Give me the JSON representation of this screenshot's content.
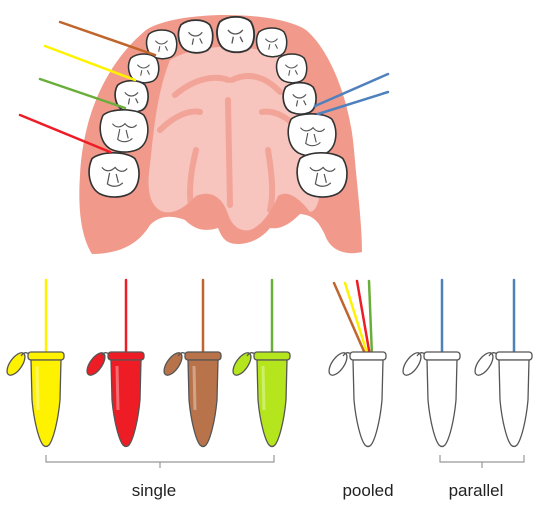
{
  "labels": {
    "single": "single",
    "pooled": "pooled",
    "parallel": "parallel"
  },
  "colors": {
    "gum": "#F19A8C",
    "palate": "#F7C5BE",
    "tooth_outline": "#333333",
    "yellow": "#FFF200",
    "red": "#EE1C25",
    "brown": "#B8734A",
    "green": "#B5E61D",
    "blue": "#4F81BD",
    "orange_brown": "#C0652B",
    "olive_green": "#6AAE3A"
  },
  "probes": [
    {
      "name": "brown-probe",
      "color": "#C0652B"
    },
    {
      "name": "yellow-probe",
      "color": "#FFF200"
    },
    {
      "name": "green-probe",
      "color": "#6AAE3A"
    },
    {
      "name": "red-probe",
      "color": "#EE1C25"
    },
    {
      "name": "blue-probe",
      "color": "#4F81BD"
    }
  ],
  "tubes": [
    {
      "group": "single",
      "fill": "#FFF200",
      "probe_color": "#FFF200"
    },
    {
      "group": "single",
      "fill": "#EE1C25",
      "probe_color": "#EE1C25"
    },
    {
      "group": "single",
      "fill": "#B8734A",
      "probe_color": "#C0652B"
    },
    {
      "group": "single",
      "fill": "#B5E61D",
      "probe_color": "#6AAE3A"
    },
    {
      "group": "pooled",
      "fill": "#FFFFFF",
      "probe_colors": [
        "#C0652B",
        "#FFF200",
        "#EE1C25",
        "#6AAE3A"
      ]
    },
    {
      "group": "parallel",
      "fill": "#FFFFFF",
      "probe_color": "#4F81BD"
    },
    {
      "group": "parallel",
      "fill": "#FFFFFF",
      "probe_color": "#4F81BD"
    }
  ]
}
